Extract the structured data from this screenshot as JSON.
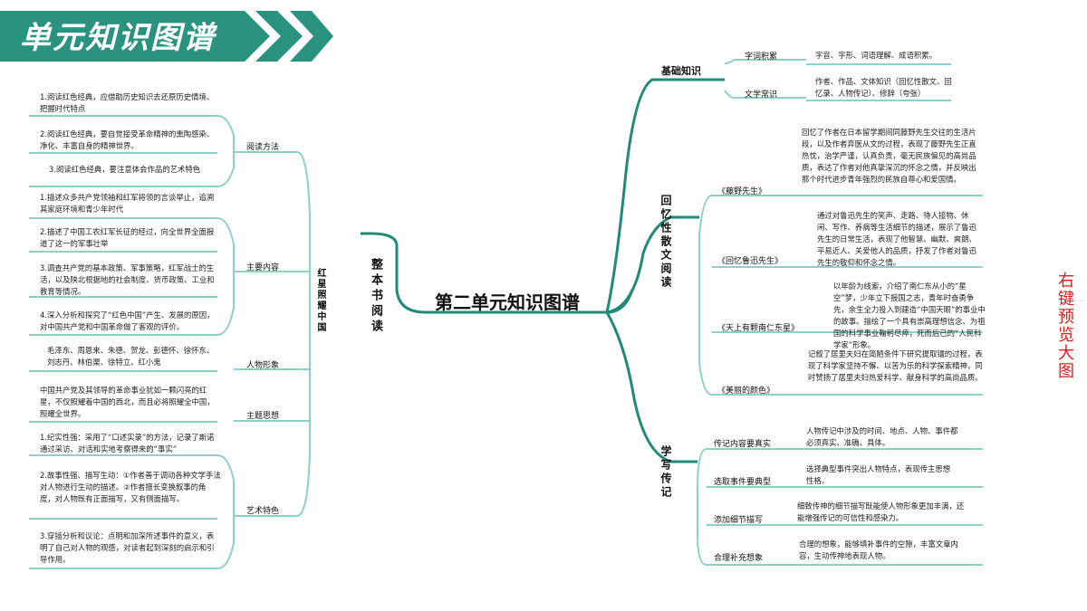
{
  "header": {
    "title": "单元知识图谱",
    "color": "#2a9380"
  },
  "center_title": "第二单元知识图谱",
  "side_hint": "右键预览大图",
  "left": {
    "main": "整本书阅读",
    "sub": "红星照耀中国",
    "branches": [
      {
        "label": "阅读方法",
        "leaves": [
          "1.阅读红色经典，应借助历史知识去还原历史情境、把握时代特点",
          "2.阅读红色经典，要自觉接受革命精神的熏陶感染、净化、丰富自身的精神世界。",
          "3.阅读红色经典，要注意体会作品的艺术特色"
        ]
      },
      {
        "label": "主要内容",
        "leaves": [
          "1.描述众多共产党领袖和红军将领的言谈举止，追溯其家庭环境和青少年时代",
          "2.描述了中国工农红军长征的经过，向全世界全面报道了这一的军事壮举",
          "3.调查共产党的基本政策、军事策略，红军战士的生活，以及陕北根据地的社会制度、货币政策、工业和教育等情况。",
          "4.深入分析和探究了“红色中国”产生、发展的原因，对中国共产党和中国革命做了客观的评价。"
        ]
      },
      {
        "label": "人物形象",
        "leaves": [
          "毛泽东、周恩来、朱德、贺龙、彭德怀、徐怀东、刘志丹、林伯渠、徐特立、红小鬼"
        ]
      },
      {
        "label": "主题思想",
        "leaves": [
          "中国共产党及其领导的革命事业犹如一颗闪亮的红星，不仅照耀着中国的西北，而且必将照耀全中国，照耀全世界。"
        ]
      },
      {
        "label": "艺术特色",
        "leaves": [
          "1.纪实性强：采用了“口述实录”的方法，记录了斯诺通过采访、对话和实地考察得来的“事实”",
          "2.故事性强、描写生动：①作者善于调动各种文学手法对人物进行生动的描述。②作者擅长变换叙事的角度，对人物既有正面描写，又有侧面描写。",
          "3.穿插分析和议论：点明和加深所述事件的意义，表明了自己对人物的观感，对读者起到深刻的启示和引导作用。"
        ]
      }
    ]
  },
  "right": {
    "basic": {
      "label": "基础知识",
      "items": [
        {
          "label": "字词积累",
          "text": "字音、字形、词语理解、成语积累。"
        },
        {
          "label": "文学常识",
          "text": "作者、作品、文体知识（回忆性散文、回忆录、人物传记）、修辞（夸张）"
        }
      ]
    },
    "memoir": {
      "label": "回忆性散文阅读",
      "items": [
        {
          "label": "《藤野先生》",
          "text": "回忆了作者在日本留学期间同藤野先生交往的生活片段，以及作者弃医从文的过程，表现了藤野先生正直热忱，治学严谨，认真负责，毫无民族偏见的高尚品质，表达了作者对他真挚深沉的怀念之情，并反映出那个时代进步青年强烈的民族自尊心和爱国情。"
        },
        {
          "label": "《回忆鲁迅先生》",
          "text": "通过对鲁迅先生的笑声、走路、待人接物、休闲、写作、养病等生活细节的描述，展示了鲁迅先生的日常生活，表现了他智慧、幽默、爽朗、平易近人、关爱他人的品质，抒发了作者对鲁迅先生的敬仰和怀念之情。"
        },
        {
          "label": "《天上有颗南仁东星》",
          "text": "以年龄为线索，介绍了南仁东从小的“星空”梦，少年立下报国之志，青年时奋勇争先，余生全力投入到建造“中国天眼”的事业中的故事。描绘了一个具有崇高理想信念、为祖国的科学事业鞠躬尽瘁，死而后已的“人民科学家”形象。"
        },
        {
          "label": "《美丽的颜色》",
          "text": "记叙了居里夫妇在简陋条件下研究提取镭的过程，表现了科学家坚持不懈、以苦为乐的科学探索精神，同时赞扬了居里夫妇热爱科学、献身科学的高尚品质。"
        }
      ]
    },
    "biography": {
      "label": "学写传记",
      "items": [
        {
          "label": "传记内容要真实",
          "text": "人物传记中涉及的时间、地点、人物、事件都必须真实、准确、具体。"
        },
        {
          "label": "选取事件要典型",
          "text": "选择典型事件突出人物特点，表现传主思想性格。"
        },
        {
          "label": "添加细节描写",
          "text": "细致传神的细节描写既能使人物形象更加丰满，还能增强传记的可信性和感染力。"
        },
        {
          "label": "合理补充想象",
          "text": "合理的想象，能够填补事件的空隙，丰富文章内容，生动传神地表现人物。"
        }
      ]
    }
  }
}
